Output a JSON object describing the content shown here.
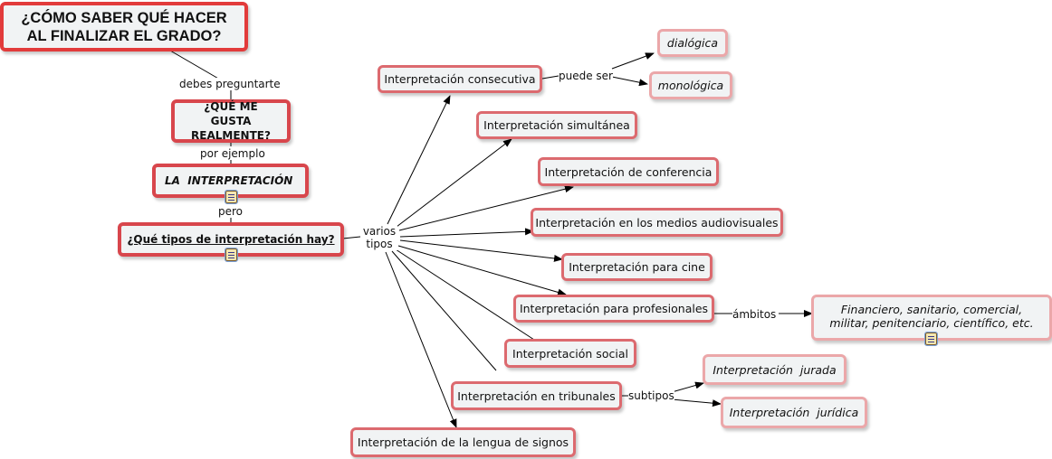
{
  "nodes": {
    "title": "¿CÓMO SABER QUÉ HACER AL FINALIZAR EL GRADO?",
    "gusta": "¿QUÉ ME GUSTA REALMENTE?",
    "interpretacion": "LA  INTERPRETACIÓN",
    "tipos": "¿Qué tipos de interpretación hay?",
    "consecutiva": "Interpretación consecutiva",
    "dialogica": "dialógica",
    "monologica": "monológica",
    "simultanea": "Interpretación simultánea",
    "conferencia": "Interpretación de conferencia",
    "medios": "Interpretación en los medios audiovisuales",
    "cine": "Interpretación para cine",
    "profesionales": "Interpretación para profesionales",
    "ambitos_list": "Financiero, sanitario, comercial, militar, penitenciario, científico, etc.",
    "social": "Interpretación social",
    "tribunales": "Interpretación en tribunales",
    "jurada": "Interpretación  jurada",
    "juridica": "Interpretación  jurídica",
    "signos": "Interpretación de la lengua de signos"
  },
  "labels": {
    "debes": "debes preguntarte",
    "por_ejemplo": "por ejemplo",
    "pero": "pero",
    "varios_tipos": "varios tipos",
    "puede_ser": "puede ser",
    "ambitos": "ámbitos",
    "subtipos": "subtipos"
  },
  "colors": {
    "title_border": "#e23b3b",
    "bold_border": "#d8464c",
    "node_border": "#dc6a6f",
    "leaf_border": "#eba7a9",
    "node_fill": "#f1f3f4"
  }
}
